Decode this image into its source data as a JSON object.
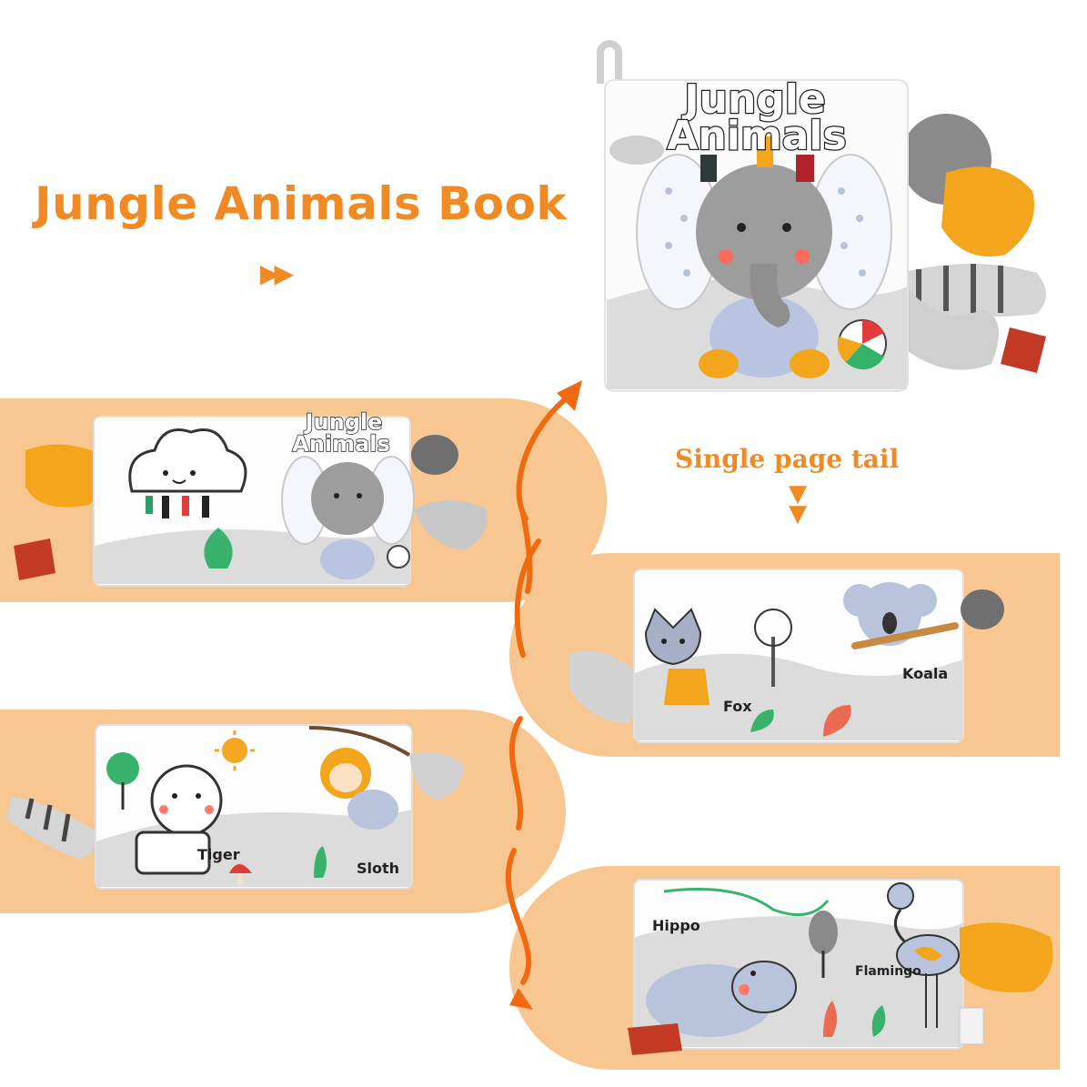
{
  "headline": "Jungle Animals Book",
  "headline_arrows": "▶▶",
  "tail_label": "Single page tail",
  "tail_arrows": [
    "▼",
    "▼"
  ],
  "cover": {
    "title_line1": "Jungle",
    "title_line2": "Animals"
  },
  "spread_cover": {
    "title_line1": "Jungle",
    "title_line2": "Animals"
  },
  "page_labels": {
    "fox": "Fox",
    "koala": "Koala",
    "tiger": "Tiger",
    "sloth": "Sloth",
    "hippo": "Hippo",
    "flamingo": "Flamingo"
  },
  "colors": {
    "accent_orange": "#f08a24",
    "band_orange": "#f8c690",
    "page_white": "#fdfdfd",
    "ground_gray": "#dcdcdc"
  },
  "icons": [
    "elephant-icon",
    "cloud-icon",
    "fox-icon",
    "koala-icon",
    "tiger-icon",
    "sloth-icon",
    "hippo-icon",
    "flamingo-icon",
    "sun-icon",
    "ball-icon"
  ]
}
